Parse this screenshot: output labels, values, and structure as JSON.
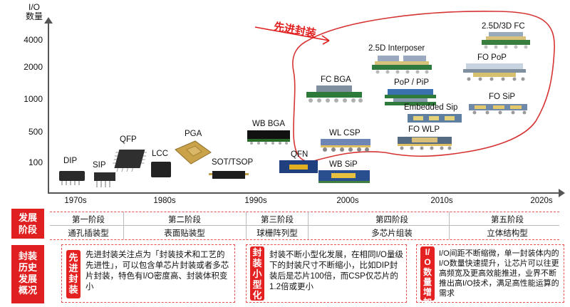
{
  "axis": {
    "y_title": "I/O",
    "y_subtitle": "数量",
    "y_ticks": [
      "4000",
      "2000",
      "1000",
      "500",
      "100"
    ],
    "x_ticks": [
      "1970s",
      "1980s",
      "1990s",
      "2000s",
      "2010s",
      "2020s"
    ]
  },
  "advanced_label": "先进封装",
  "packages": [
    "DIP",
    "SIP",
    "QFP",
    "LCC",
    "PGA",
    "SOT/TSOP",
    "WB BGA",
    "QFN",
    "WL CSP",
    "WB SiP",
    "FC BGA",
    "2.5D Interposer",
    "PoP / PiP",
    "Embedded Sip",
    "FO WLP",
    "2.5D/3D FC",
    "FO PoP",
    "FO SiP"
  ],
  "stages": {
    "row_label": "发展阶段",
    "items": [
      {
        "title": "第一阶段",
        "type": "通孔插装型"
      },
      {
        "title": "第二阶段",
        "type": "表面贴装型"
      },
      {
        "title": "第三阶段",
        "type": "球栅阵列型"
      },
      {
        "title": "第四阶段",
        "type": "多芯片组装"
      },
      {
        "title": "第五阶段",
        "type": "立体结构型"
      }
    ]
  },
  "history": {
    "row_label": "封装历史发展概况",
    "boxes": [
      {
        "tag": "先进封装",
        "text": "先进封装关注点为「封装技术和工艺的先进性」，可以包含单芯片封装或者多芯片封装，特色有I/O密度高、封装体积变小"
      },
      {
        "tag": "封装小型化",
        "text": "封装不断小型化发展，在相同I/O量级下的封装尺寸不断缩小，比如DIP封装后是芯片100倍，而CSP仅芯片的1.2倍或更小"
      },
      {
        "tag": "I/O数量增加",
        "text": "I/O间距不断缩微，单一封装体内的I/O数量快速提升，让芯片可以往更高频宽及更高效能推进，业界不断推出高I/O技术，满足高性能运算的需求"
      }
    ]
  },
  "colors": {
    "accent_red": "#e02020",
    "dash_red": "#e85050",
    "axis": "#555555"
  }
}
